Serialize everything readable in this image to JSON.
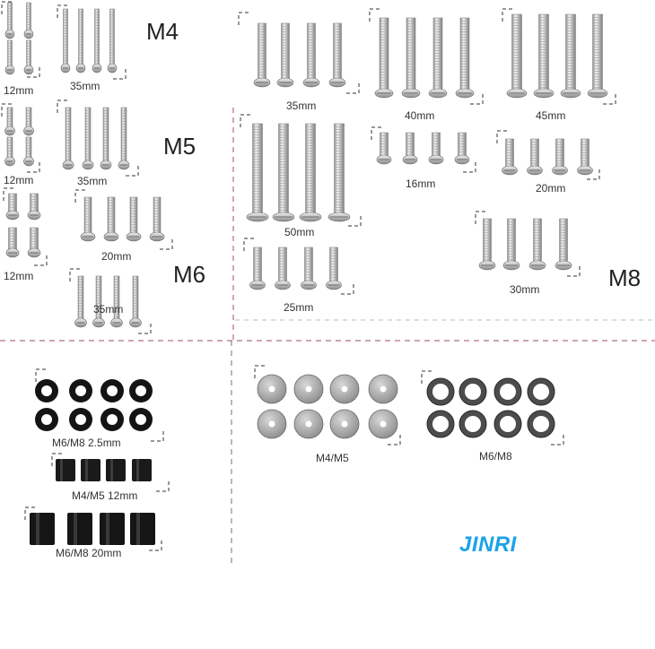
{
  "brand": "JINRI",
  "colors": {
    "brand": "#1aa3e8",
    "divider": "#b07080",
    "bracket": "#333333",
    "steel": "#c9c9c9",
    "washer_black": "#151515"
  },
  "screw_sections": {
    "m4": {
      "title": "M4",
      "small_length": "12mm",
      "long_length": "35mm"
    },
    "m5": {
      "title": "M5",
      "small_length": "12mm",
      "long_length": "35mm"
    },
    "m6": {
      "title": "M6",
      "small_length": "12mm",
      "mid_length": "20mm",
      "long_length": "35mm"
    },
    "m8": {
      "title": "M8",
      "lengths": [
        "35mm",
        "40mm",
        "45mm",
        "50mm",
        "16mm",
        "20mm",
        "25mm",
        "30mm"
      ]
    }
  },
  "accessories": {
    "spacer_washers": "M6/M8 2.5mm",
    "short_spacers": "M4/M5 12mm",
    "long_spacers": "M6/M8 20mm",
    "flat_washers_small": "M4/M5",
    "flat_washers_large": "M6/M8"
  }
}
